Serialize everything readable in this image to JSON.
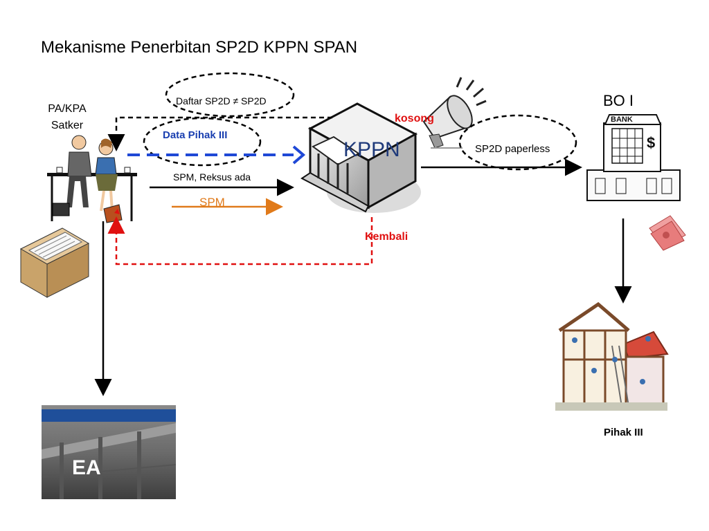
{
  "title": "Mekanisme Penerbitan SP2D KPPN SPAN",
  "nodes": {
    "satker_line1": "PA/KPA",
    "satker_line2": "Satker",
    "kppn": "KPPN",
    "bo": "BO I",
    "pihak": "Pihak III",
    "ea": "EA"
  },
  "labels": {
    "daftar_sp2d": "Daftar SP2D  ≠ SP2D",
    "data_pihak": "Data Pihak III",
    "spm_reksus": "SPM, Reksus ada",
    "spm": "SPM",
    "kosong": "kosong",
    "sp2d_paperless": "SP2D  paperless",
    "kembali": "Kembali"
  },
  "colors": {
    "black": "#000000",
    "blue_dash": "#1f48d6",
    "red_dash": "#e01010",
    "orange": "#e07a1a"
  },
  "icons": [
    "office-workers-icon",
    "document-box-icon",
    "kppn-building-icon",
    "megaphone-icon",
    "bank-building-icon",
    "money-icon",
    "house-construction-icon",
    "archive-building-photo"
  ]
}
